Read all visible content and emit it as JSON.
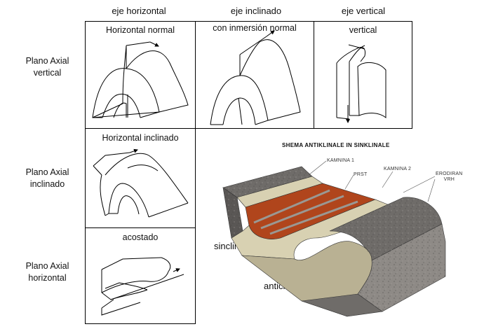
{
  "columns": [
    "eje horizontal",
    "eje inclinado",
    "eje vertical"
  ],
  "rows": [
    "Plano Axial\nvertical",
    "Plano Axial\ninclinado",
    "Plano Axial\nhorizontal"
  ],
  "cells": {
    "horizontal_normal": "Horizontal normal",
    "inmersion_normal": "con inmersión normal",
    "vertical": "vertical",
    "horizontal_inclinado": "Horizontal inclinado",
    "acostado": "acostado"
  },
  "schema": {
    "title": "SHEMA ANTIKLINALE IN SINKLINALE",
    "labels": {
      "kamnina1": "KAMNINA 1",
      "prst": "PRST",
      "kamnina2": "KAMNINA 2",
      "erodiran": "ERODIRAN\nVRH"
    },
    "sinclinal": "sinclinal",
    "anticlinal": "anticlinal",
    "colors": {
      "rock": "#6f6c69",
      "rock_light": "#8e8a86",
      "beige": "#d8d1b2",
      "beige_dark": "#b9b193",
      "clay": "#b0451c",
      "clay_dark": "#7e2c0f"
    }
  }
}
